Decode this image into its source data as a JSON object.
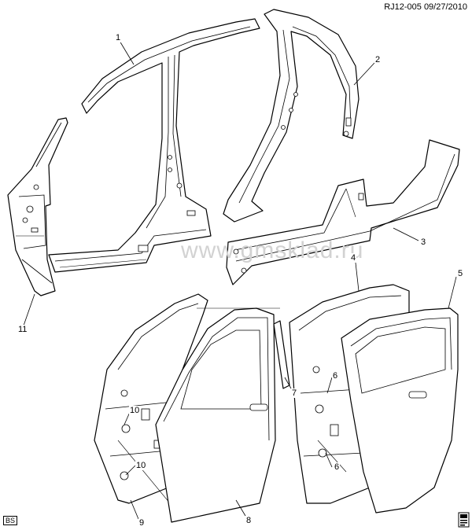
{
  "header": {
    "reference": "RJ12-005  09/27/2010"
  },
  "watermark": "www.gmsklad.ru",
  "footer": {
    "tag": "BS"
  },
  "icons": {
    "corner": "book-icon"
  },
  "callouts": {
    "c1": "1",
    "c2": "2",
    "c3": "3",
    "c4": "4",
    "c5": "5",
    "c6a": "6",
    "c6b": "6",
    "c7": "7",
    "c8": "8",
    "c9": "9",
    "c10a": "10",
    "c10b": "10",
    "c11": "11"
  }
}
